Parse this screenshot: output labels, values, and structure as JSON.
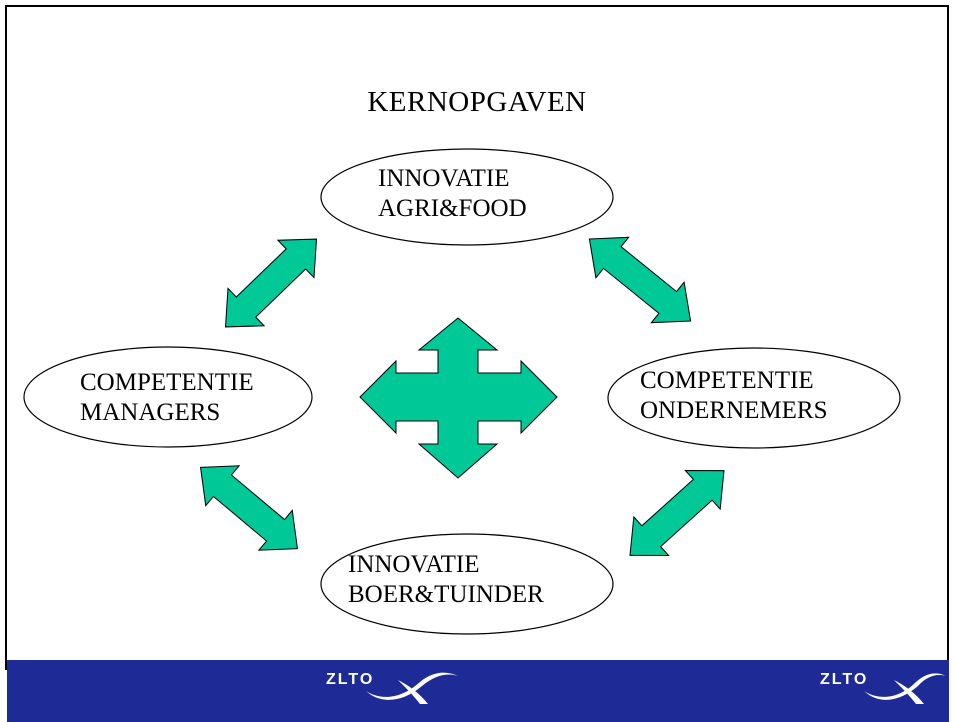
{
  "title": "KERNOPGAVEN",
  "nodes": {
    "top": {
      "line1": "INNOVATIE",
      "line2": "AGRI&FOOD"
    },
    "left": {
      "line1": "COMPETENTIE",
      "line2": "MANAGERS"
    },
    "right": {
      "line1": "COMPETENTIE",
      "line2": "ONDERNEMERS"
    },
    "bottom": {
      "line1": "INNOVATIE",
      "line2": "BOER&TUINDER"
    }
  },
  "footer": {
    "logo_left": "ZLTO",
    "logo_right": "ZLTO"
  },
  "colors": {
    "arrow_fill": "#00c896",
    "footer_bg": "#1e2a96"
  }
}
